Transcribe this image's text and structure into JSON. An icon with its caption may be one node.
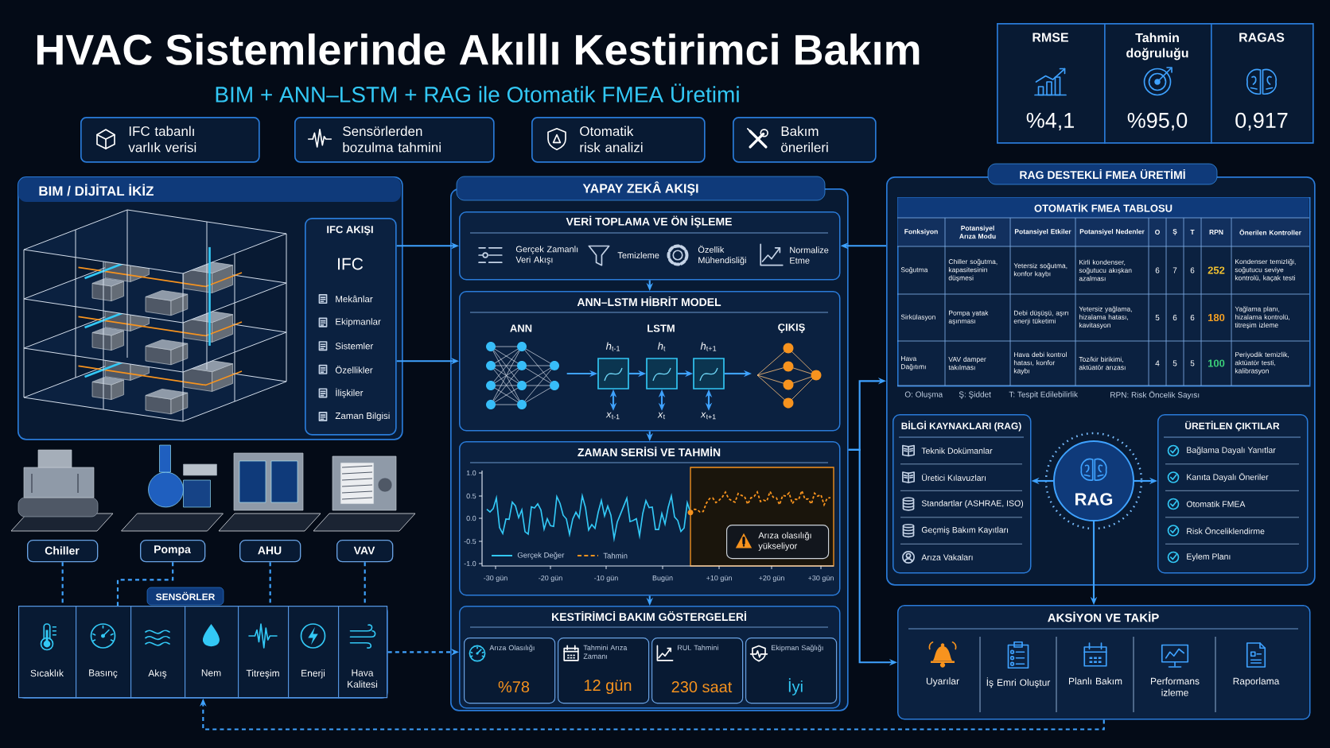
{
  "diagram": {
    "title": "HVAC Sistemlerinde Akıllı Kestirimci Bakım",
    "nodes": [
      {
        "text": [
          "IFC tabanlı varlık verisi"
        ]
      },
      {
        "text": [
          "Sensörlerden bozulma tahmini"
        ]
      },
      {
        "text": [
          "Otomatik risk analizi"
        ]
      },
      {
        "text": [
          "Bakım önerileri"
        ]
      },
      {
        "text": [
          "RMSE",
          "%4,1"
        ]
      },
      {
        "text": [
          "Tahmin doğruluğu",
          "%95,0"
        ]
      },
      {
        "text": [
          "RAGAS",
          "0,917"
        ]
      },
      {
        "text": [
          "BIM / DİJİTAL İKİZ"
        ]
      },
      {
        "text": [
          "IFC AKIŞI",
          "IFC",
          "Mekânlar",
          "Ekipmanlar",
          "Sistemler",
          "Özellikler",
          "İlişkiler",
          "Zaman Bilgisi"
        ],
        "in": 7
      },
      {
        "text": [
          "Chiller"
        ]
      },
      {
        "text": [
          "Pompa"
        ]
      },
      {
        "text": [
          "AHU"
        ]
      },
      {
        "text": [
          "VAV"
        ]
      },
      {
        "text": [
          "SENSÖRLER"
        ]
      },
      {
        "text": [
          "Sıcaklık"
        ],
        "in": 13
      },
      {
        "text": [
          "Basınç"
        ],
        "in": 13
      },
      {
        "text": [
          "Akış"
        ],
        "in": 13
      },
      {
        "text": [
          "Nem"
        ],
        "in": 13
      },
      {
        "text": [
          "Titreşim"
        ],
        "in": 13
      },
      {
        "text": [
          "Enerji"
        ],
        "in": 13
      },
      {
        "text": [
          "Hava Kalitesi"
        ],
        "in": 13
      },
      {
        "text": [
          "YAPAY ZEKÂ AKIŞI"
        ]
      },
      {
        "text": [
          "VERİ TOPLAMA VE ÖN İŞLEME",
          "Gerçek Zamanlı Veri Akışı",
          "Temizleme",
          "Özellik Mühendisliği",
          "Normalize Etme"
        ],
        "in": 21
      },
      {
        "text": [
          "ANN–LSTM HİBRİT MODEL"
        ],
        "in": 21
      },
      {
        "text": [
          "ANN"
        ],
        "in": 23
      },
      {
        "text": [],
        "shape": "box",
        "beside": [
          "*h*$_{t-1}$"
        ],
        "in": 23
      },
      {
        "text": [],
        "shape": "box",
        "beside": [
          "*h*$_{t}$"
        ],
        "in": 23
      },
      {
        "text": [],
        "shape": "box",
        "beside": [
          "*h*$_{t+1}$"
        ],
        "in": 23
      },
      {
        "text": [
          "*x*$_{t-1}$"
        ],
        "in": 23
      },
      {
        "text": [
          "*x*$_{t}$"
        ],
        "in": 23
      },
      {
        "text": [
          "*x*$_{t+1}$"
        ],
        "in": 23
      },
      {
        "text": [
          "ÇIKIŞ"
        ],
        "in": 23
      },
      {
        "text": [
          "ZAMAN SERİSİ VE TAHMİN"
        ],
        "in": 21
      },
      {
        "text": [
          "Arıza olasılığı yükseliyor"
        ],
        "in": 32
      },
      {
        "text": [
          "KESTİRİMCİ BAKIM GÖSTERGELERİ"
        ],
        "in": 21
      },
      {
        "text": [
          "Arıza Olasılığı",
          "%78"
        ],
        "in": 34
      },
      {
        "text": [
          "Tahmini Arıza Zamanı",
          "12 gün"
        ],
        "in": 34
      },
      {
        "text": [
          "RUL Tahmini",
          "230 saat"
        ],
        "in": 34
      },
      {
        "text": [
          "Ekipman Sağlığı",
          "İyi"
        ],
        "in": 34
      },
      {
        "text": [
          "RAG DESTEKLİ FMEA ÜRETİMİ"
        ]
      },
      {
        "text": [
          "OTOMATİK FMEA TABLOSU"
        ],
        "in": 39
      },
      {
        "text": [
          "BİLGİ KAYNAKLARI (RAG)",
          "Teknik Dokümanlar",
          "Üretici Kılavuzları",
          "Standartlar (ASHRAE, ISO)",
          "Geçmiş Bakım Kayıtları",
          "Arıza Vakaları"
        ],
        "in": 39
      },
      {
        "text": [
          "RAG"
        ],
        "in": 39
      },
      {
        "text": [
          "ÜRETİLEN ÇIKTILAR",
          "Bağlama Dayalı Yanıtlar",
          "Kanıta Dayalı Öneriler",
          "Otomatik FMEA",
          "Risk Önceliklendirme",
          "Eylem Planı"
        ],
        "in": 39
      },
      {
        "text": [
          "AKSİYON VE TAKİP"
        ]
      }
    ],
    "edges": [
      {
        "from": 8,
        "to": 22,
        "arrow": "to"
      },
      {
        "from": 8,
        "to": 23,
        "arrow": "to"
      },
      {
        "from": 9,
        "to": 13,
        "arrow": "none",
        "style": "dashed"
      },
      {
        "from": 10,
        "to": 13,
        "arrow": "none",
        "style": "dashed"
      },
      {
        "from": 11,
        "to": 13,
        "arrow": "none",
        "style": "dashed"
      },
      {
        "from": 12,
        "to": 13,
        "arrow": "none",
        "style": "dashed"
      },
      {
        "from": 13,
        "to": 34,
        "arrow": "to",
        "style": "dashed"
      },
      {
        "from": 22,
        "to": 23,
        "arrow": "to"
      },
      {
        "from": 23,
        "to": 32,
        "arrow": "to"
      },
      {
        "from": 32,
        "to": 34,
        "arrow": "to"
      },
      {
        "from": 24,
        "to": 25,
        "arrow": "to"
      },
      {
        "from": 25,
        "to": 26,
        "arrow": "to"
      },
      {
        "from": 26,
        "to": 27,
        "arrow": "to"
      },
      {
        "from": 27,
        "to": 31,
        "arrow": "to"
      },
      {
        "from": 28,
        "to": 25,
        "arrow": "both"
      },
      {
        "from": 29,
        "to": 26,
        "arrow": "both"
      },
      {
        "from": 30,
        "to": 27,
        "arrow": "both"
      },
      {
        "from": 21,
        "to": 39,
        "arrow": "to"
      },
      {
        "from": 21,
        "to": 44,
        "arrow": "to"
      },
      {
        "from": 39,
        "to": 22,
        "arrow": "to"
      },
      {
        "from": 42,
        "to": 41,
        "arrow": "to"
      },
      {
        "from": 42,
        "to": 43,
        "arrow": "to"
      },
      {
        "from": 42,
        "to": 44,
        "arrow": "to"
      },
      {
        "from": 44,
        "to": 13,
        "arrow": "to",
        "style": "dashed"
      }
    ],
    "labels": [
      "BIM + ANN–LSTM + RAG ile Otomatik FMEA Üretimi",
      "LSTM",
      "1.0",
      "0.5",
      "0.0",
      "-0.5",
      "-1.0",
      "-30 gün",
      "-20 gün",
      "-10 gün",
      "Bugün",
      "+10 gün",
      "+20 gün",
      "+30 gün",
      "Fonksiyon",
      "Potansiyel Arıza Modu",
      "Potansiyel Etkiler",
      "Potansiyel Nedenler",
      "O",
      "Ş",
      "T",
      "RPN",
      "Önerilen Kontroller",
      "Soğutma",
      "Chiller soğutma, kapasitesinin düşmesi",
      "Yetersiz soğutma, konfor kaybı",
      "Kirli kondenser, soğutucu akışkan azalması",
      "6",
      "7",
      "6",
      "252",
      "Kondenser temizliği, soğutucu seviye kontrolü, kaçak testi",
      "Sirkülasyon",
      "Pompa yatak aşınması",
      "Debi düşüşü, aşırı enerji tüketimi",
      "Yetersiz yağlama, hizalama hatası, kavitasyon",
      "5",
      "6",
      "6",
      "180",
      "Yağlama planı, hizalama kontrolü, titreşim izleme",
      "Hava Dağıtımı",
      "VAV damper takılması",
      "Hava debi kontrol hatası, konfor kaybı",
      "Toz/kir birikimi, aktüatör arızası",
      "4",
      "5",
      "5",
      "100",
      "Periyodik temizlik, aktüatör testi, kalibrasyon",
      "O: Oluşma",
      "Ş: Şiddet",
      "T: Tespit Edilebilirlik",
      "RPN: Risk Öncelik Sayısı",
      "Uyarılar",
      "İş Emri Oluştur",
      "Planlı Bakım",
      "Performans izleme",
      "Raporlama"
    ],
    "legend": [
      {
        "text": "Gerçek Değer"
      },
      {
        "text": "Tahmin"
      }
    ]
  }
}
